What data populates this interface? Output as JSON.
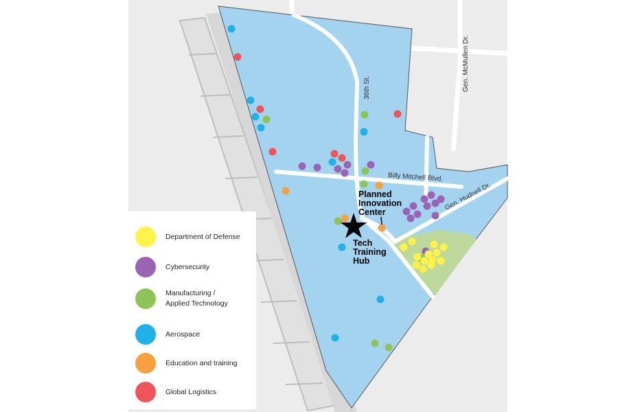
{
  "map": {
    "streets": {
      "st36": "36th St.",
      "mitchell": "Billy Mitchell Blvd.",
      "hudnell": "Gen. Hudnell Dr.",
      "mcmullen": "Gen. McMullen Dr."
    },
    "callouts": {
      "innovation_line1": "Planned",
      "innovation_line2": "Innovation",
      "innovation_line3": "Center",
      "hub_line1": "Tech",
      "hub_line2": "Training",
      "hub_line3": "Hub"
    },
    "colors": {
      "campus": "#a3d3ef",
      "green_area": "#bcd89a",
      "runway": "#e1e1e1",
      "runway_outline": "#bdbdbd",
      "road": "#ffffff"
    },
    "markers": [
      {
        "category": "aerospace",
        "count": 9
      },
      {
        "category": "global_logistics",
        "count": 6
      },
      {
        "category": "manufacturing",
        "count": 8
      },
      {
        "category": "cybersecurity",
        "count": 17
      },
      {
        "category": "education",
        "count": 5
      },
      {
        "category": "department_of_defense",
        "count": 13
      }
    ]
  },
  "legend": {
    "items": [
      {
        "key": "department_of_defense",
        "label": "Department of Defense",
        "color": "#fff34a"
      },
      {
        "key": "cybersecurity",
        "label": "Cybersecurity",
        "color": "#9a64b4"
      },
      {
        "key": "manufacturing",
        "label": "Manufacturing /\nApplied Technology",
        "color": "#8dc457"
      },
      {
        "key": "aerospace",
        "label": "Aerospace",
        "color": "#1fb1e8"
      },
      {
        "key": "education",
        "label": "Education and training",
        "color": "#f7a040"
      },
      {
        "key": "global_logistics",
        "label": "Global Logistics",
        "color": "#ee5459"
      }
    ]
  }
}
